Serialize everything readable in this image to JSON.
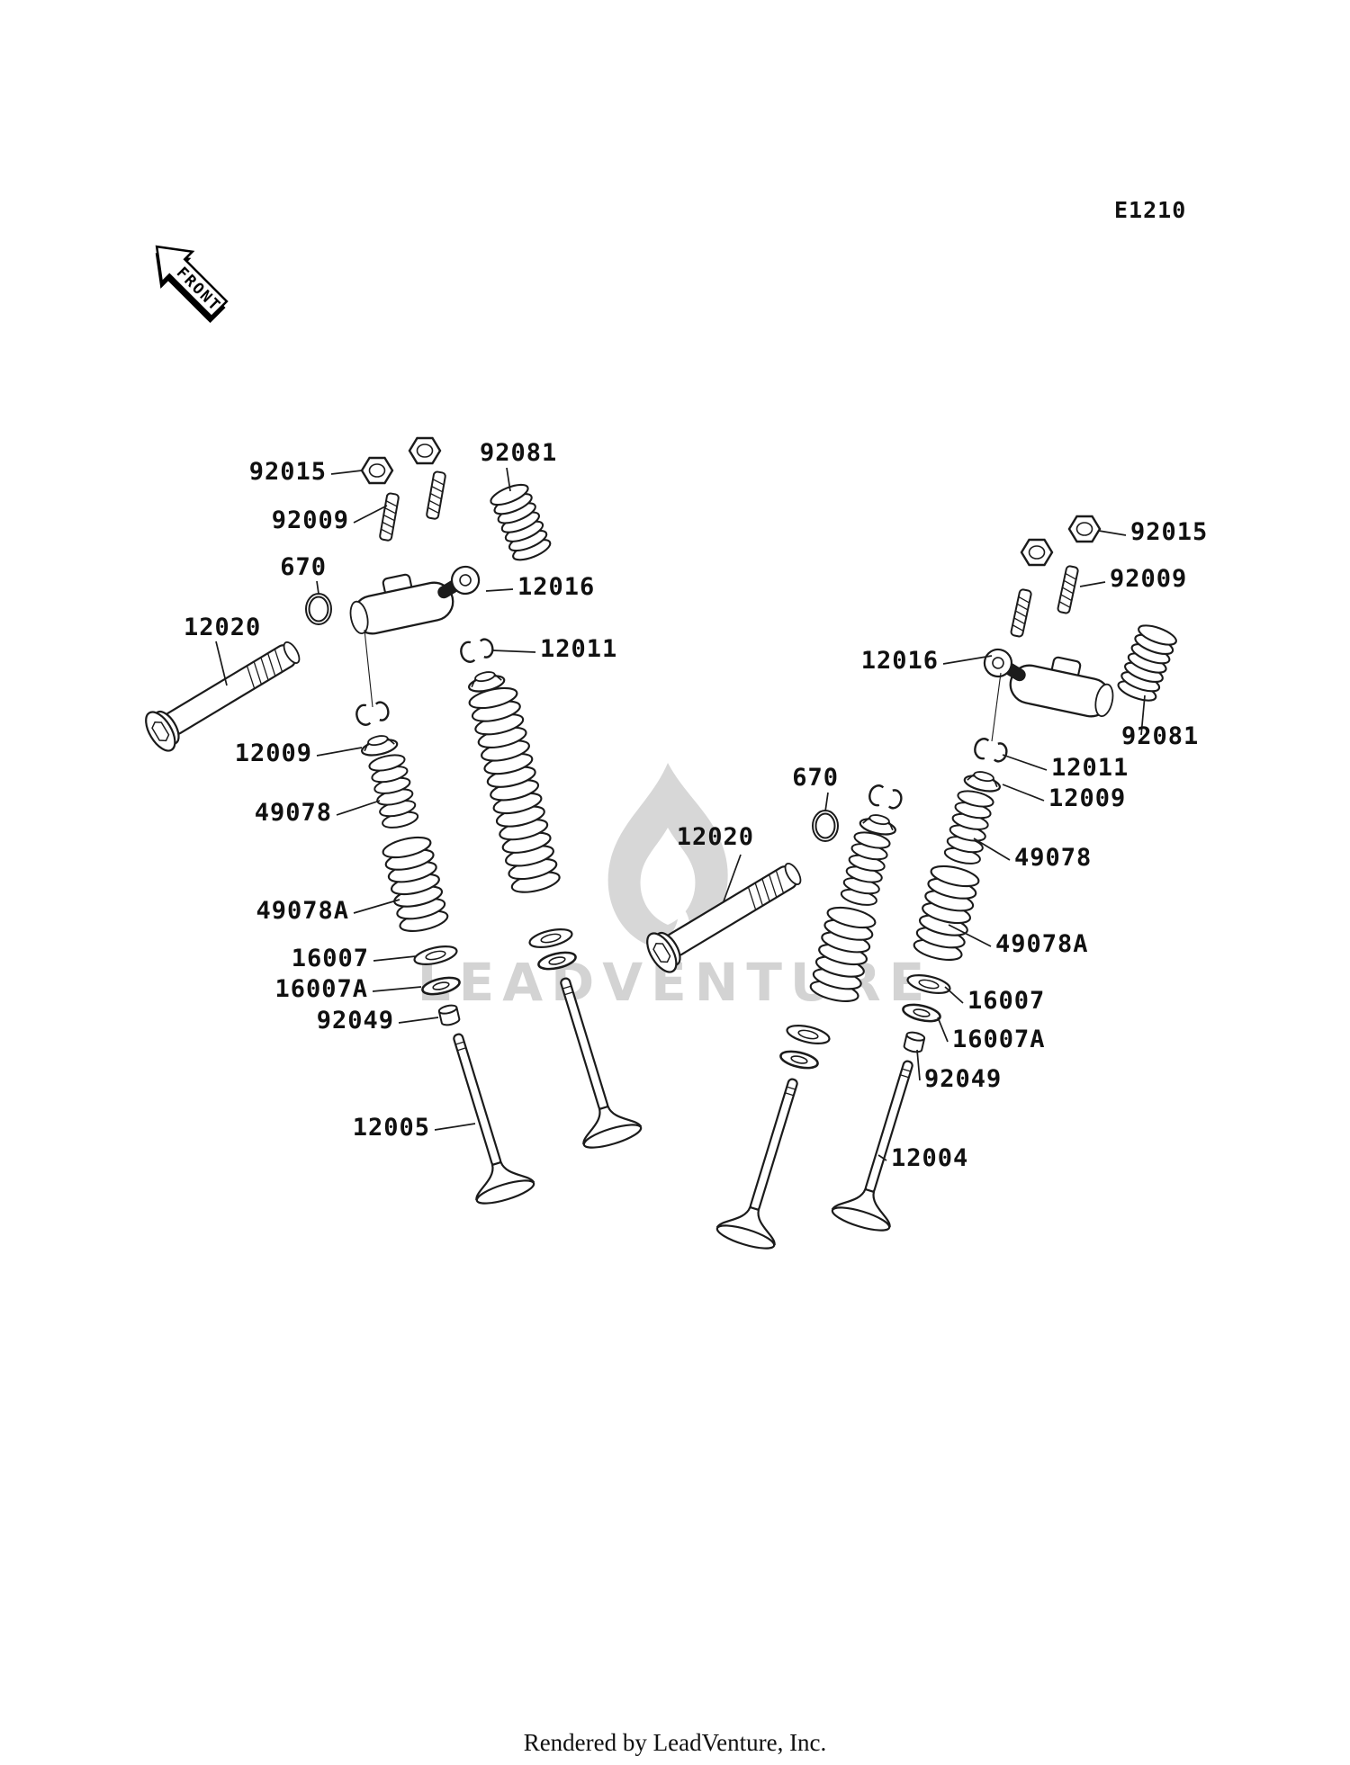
{
  "page": {
    "diagram_code": "E1210",
    "front_label": "FRONT",
    "watermark_text": "LEADVENTURE",
    "footer_text": "Rendered by LeadVenture, Inc."
  },
  "colors": {
    "line": "#1b1b1b",
    "watermark_gray": "#d3d3d3",
    "background": "#ffffff"
  },
  "labels": {
    "left": {
      "p92015": "92015",
      "p92009": "92009",
      "p92081": "92081",
      "p670": "670",
      "p12016": "12016",
      "p12020": "12020",
      "p12011": "12011",
      "p12009": "12009",
      "p49078": "49078",
      "p49078a": "49078A",
      "p16007": "16007",
      "p16007a": "16007A",
      "p92049": "92049",
      "p12005": "12005"
    },
    "right": {
      "p92015": "92015",
      "p92009": "92009",
      "p12016": "12016",
      "p92081": "92081",
      "p12011": "12011",
      "p12009": "12009",
      "p670": "670",
      "p12020": "12020",
      "p49078": "49078",
      "p49078a": "49078A",
      "p16007": "16007",
      "p16007a": "16007A",
      "p92049": "92049",
      "p12004": "12004"
    }
  }
}
